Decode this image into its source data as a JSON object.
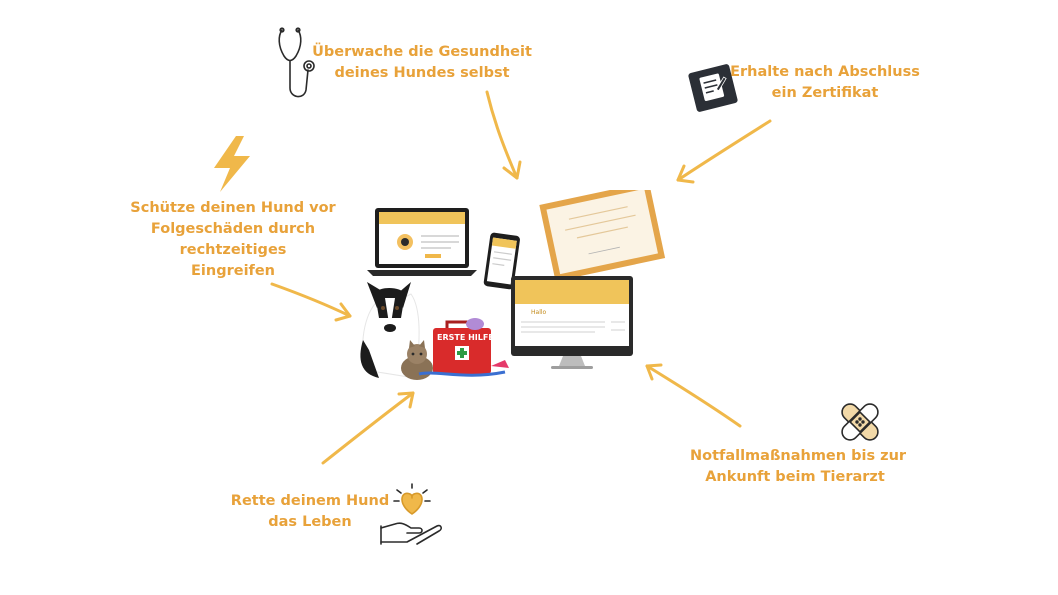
{
  "labels": {
    "health": [
      "Überwache die Gesundheit",
      "deines Hundes selbst"
    ],
    "certificate": [
      "Erhalte nach Abschluss",
      "ein Zertifikat"
    ],
    "protect": [
      "Schütze deinen Hund vor",
      "Folgeschäden durch",
      "rechtzeitiges",
      "Eingreifen"
    ],
    "emergency": [
      "Notfallmaßnahmen bis zur",
      "Ankunft beim Tierarzt"
    ],
    "save": [
      "Rette deinem Hund",
      "das Leben"
    ]
  },
  "product": {
    "kit_label": "ERSTE HILFE",
    "screen_title": "Hallo"
  },
  "icons": {
    "health": "stethoscope-icon",
    "certificate": "certificate-icon",
    "protect": "lightning-icon",
    "emergency": "bandage-icon",
    "save": "heart-hand-icon"
  },
  "colors": {
    "accent": "#e8a23a",
    "arrow": "#f0b84a",
    "icon_dark": "#2b2b2b",
    "kit_red": "#d92b2b"
  }
}
